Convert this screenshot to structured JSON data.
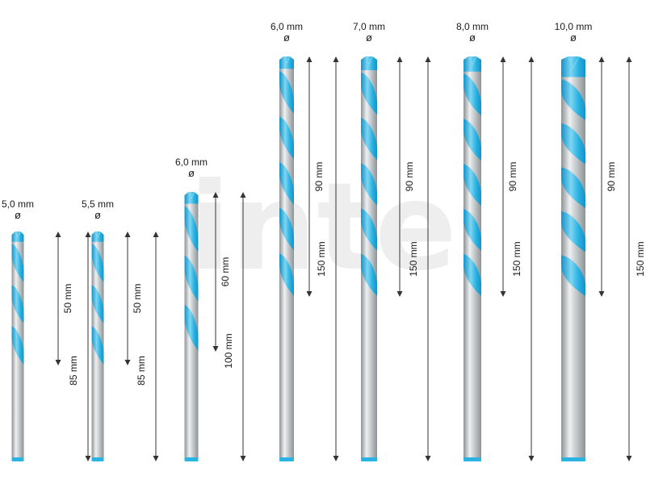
{
  "watermark": "inte",
  "colors": {
    "flute": "#2bb3e2",
    "flute_dark": "#1592c6",
    "flute_light": "#7fd6f2",
    "shank": "#c8ccce",
    "shank_dark": "#8d9396",
    "shank_light": "#eef0f1",
    "dim_line": "#333333"
  },
  "bits": [
    {
      "id": "5-0",
      "diameter_label": "5,0 mm",
      "diameter_symbol": "ø",
      "working_length_label": "50 mm",
      "total_length_label": "85 mm",
      "diameter_mm": 5.0,
      "working_length_mm": 50,
      "total_length_mm": 85
    },
    {
      "id": "5-5",
      "diameter_label": "5,5 mm",
      "diameter_symbol": "ø",
      "working_length_label": "50 mm",
      "total_length_label": "85 mm",
      "diameter_mm": 5.5,
      "working_length_mm": 50,
      "total_length_mm": 85
    },
    {
      "id": "6-0-short",
      "diameter_label": "6,0 mm",
      "diameter_symbol": "ø",
      "working_length_label": "60 mm",
      "total_length_label": "100 mm",
      "diameter_mm": 6.0,
      "working_length_mm": 60,
      "total_length_mm": 100
    },
    {
      "id": "6-0-long",
      "diameter_label": "6,0 mm",
      "diameter_symbol": "ø",
      "working_length_label": "90 mm",
      "total_length_label": "150 mm",
      "diameter_mm": 6.0,
      "working_length_mm": 90,
      "total_length_mm": 150
    },
    {
      "id": "7-0",
      "diameter_label": "7,0 mm",
      "diameter_symbol": "ø",
      "working_length_label": "90 mm",
      "total_length_label": "150 mm",
      "diameter_mm": 7.0,
      "working_length_mm": 90,
      "total_length_mm": 150
    },
    {
      "id": "8-0",
      "diameter_label": "8,0 mm",
      "diameter_symbol": "ø",
      "working_length_label": "90 mm",
      "total_length_label": "150 mm",
      "diameter_mm": 8.0,
      "working_length_mm": 90,
      "total_length_mm": 150
    },
    {
      "id": "10-0",
      "diameter_label": "10,0 mm",
      "diameter_symbol": "ø",
      "working_length_label": "90 mm",
      "total_length_label": "150 mm",
      "diameter_mm": 10.0,
      "working_length_mm": 90,
      "total_length_mm": 150
    }
  ]
}
